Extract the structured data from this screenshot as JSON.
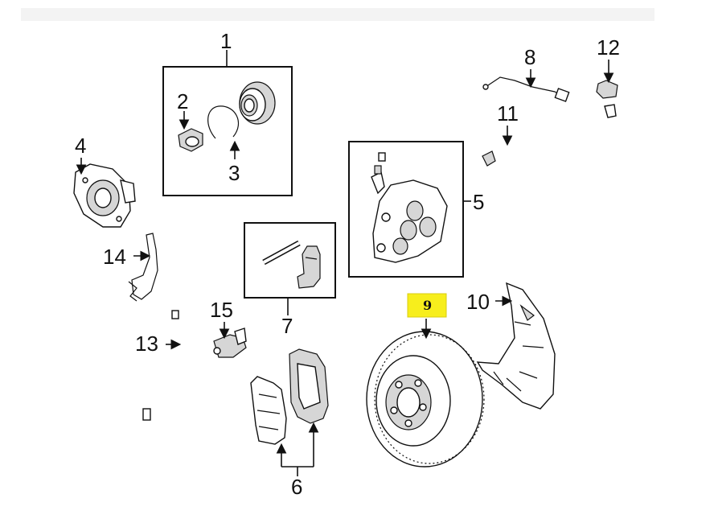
{
  "callouts": {
    "c1": "1",
    "c2": "2",
    "c3": "3",
    "c4": "4",
    "c5": "5",
    "c6": "6",
    "c7": "7",
    "c8": "8",
    "c9": "9",
    "c10": "10",
    "c11": "11",
    "c12": "12",
    "c13": "13",
    "c14": "14",
    "c15": "15"
  },
  "highlight": {
    "color": "#f7ee1c",
    "label_ref": "c9"
  }
}
